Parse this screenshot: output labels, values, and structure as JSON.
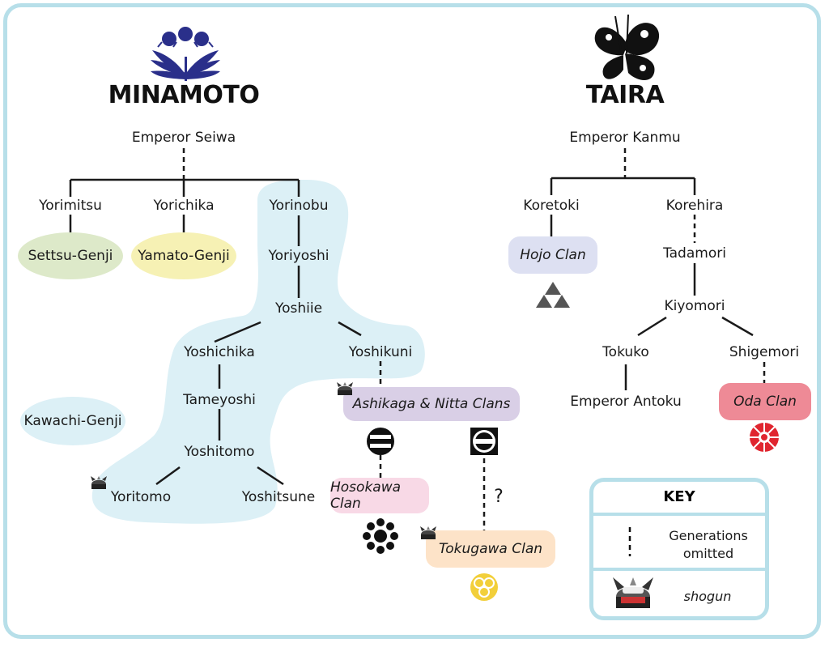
{
  "minamoto": {
    "title": "MINAMOTO",
    "root": "Emperor Seiwa",
    "gen1": [
      "Yorimitsu",
      "Yorichika",
      "Yorinobu"
    ],
    "settsu": "Settsu-Genji",
    "yamato": "Yamato-Genji",
    "kawachi": "Kawachi-Genji",
    "line": [
      "Yoriyoshi",
      "Yoshiie",
      "Yoshichika",
      "Yoshikuni",
      "Tameyoshi",
      "Yoshitomo",
      "Yoritomo",
      "Yoshitsune"
    ]
  },
  "ashikaga": {
    "clan": "Ashikaga & Nitta Clans",
    "hosokawa": "Hosokawa Clan",
    "tokugawa": "Tokugawa Clan",
    "question": "?"
  },
  "taira": {
    "title": "TAIRA",
    "root": "Emperor Kanmu",
    "koretoki": "Koretoki",
    "korehira": "Korehira",
    "hojo": "Hojo Clan",
    "tadamori": "Tadamori",
    "kiyomori": "Kiyomori",
    "tokuko": "Tokuko",
    "shigemori": "Shigemori",
    "antoku": "Emperor Antoku",
    "oda": "Oda Clan"
  },
  "key": {
    "title": "KEY",
    "omitted": "Generations omitted",
    "shogun": "shogun"
  },
  "colors": {
    "border": "#b7dfe9",
    "kawachi": "#dcf0f6",
    "settsu": "#dde9c9",
    "yamato": "#f6f1b4",
    "ashikaga": "#d9cfe6",
    "hojo": "#dde0f2",
    "hosokawa": "#f8d9e6",
    "tokugawa": "#fde3c8",
    "oda": "#ee8a96",
    "minamoto_crest": "#2a2f8a"
  }
}
